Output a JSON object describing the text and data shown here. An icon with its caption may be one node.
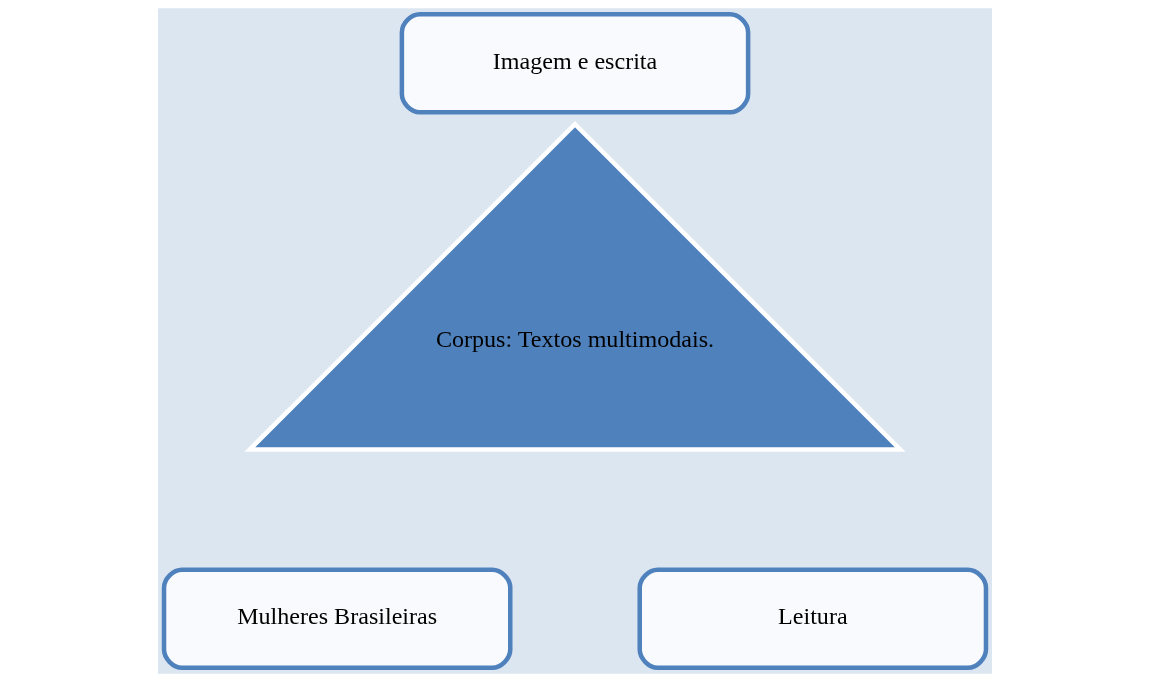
{
  "diagram": {
    "nodes": [
      {
        "text": [
          "Imagem e escrita"
        ]
      },
      {
        "text": [
          "Corpus: Textos multimodais."
        ]
      },
      {
        "text": [
          "Mulheres Brasileiras"
        ]
      },
      {
        "text": [
          "Leitura"
        ]
      }
    ]
  }
}
